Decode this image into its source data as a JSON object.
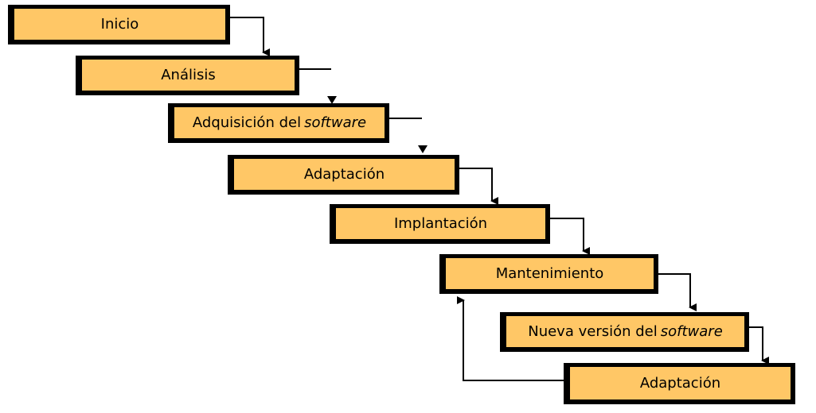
{
  "diagram": {
    "steps": [
      {
        "label": "Inicio"
      },
      {
        "label": "Análisis"
      },
      {
        "label": "Adquisición del",
        "emphasis": "software"
      },
      {
        "label": "Adaptación"
      },
      {
        "label": "Implantación"
      },
      {
        "label": "Mantenimiento"
      },
      {
        "label": "Nueva versión del",
        "emphasis": "software"
      },
      {
        "label": "Adaptación"
      }
    ],
    "colors": {
      "box_fill": "#ffc766",
      "box_border": "#000000",
      "connector": "#000000"
    }
  }
}
